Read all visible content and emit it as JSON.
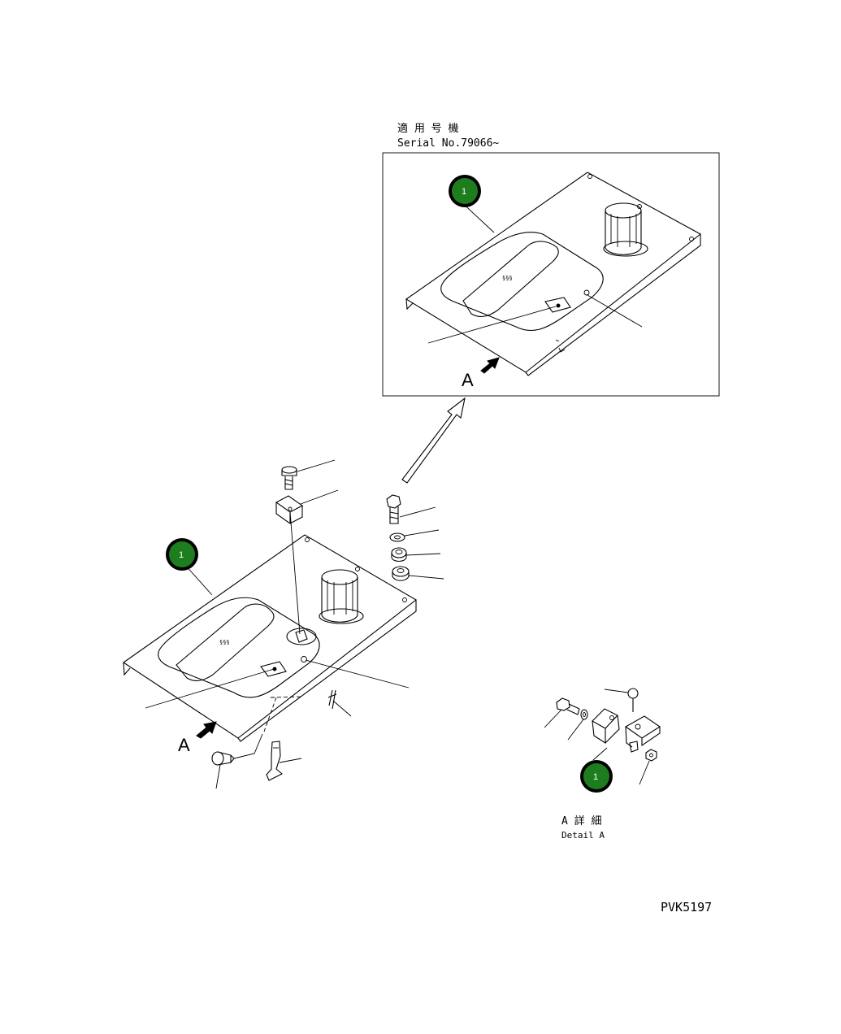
{
  "inset_header": {
    "japanese": "適 用 号 機",
    "serial": "Serial No.79066~"
  },
  "view_marker": "A",
  "callouts": [
    "1",
    "1",
    "1"
  ],
  "detail_label": {
    "japanese": "A 詳 細",
    "english": "Detail A"
  },
  "drawing_number": "PVK5197",
  "colors": {
    "callout_fill": "#1e7d1e",
    "callout_ring": "#000000",
    "line": "#000000"
  }
}
